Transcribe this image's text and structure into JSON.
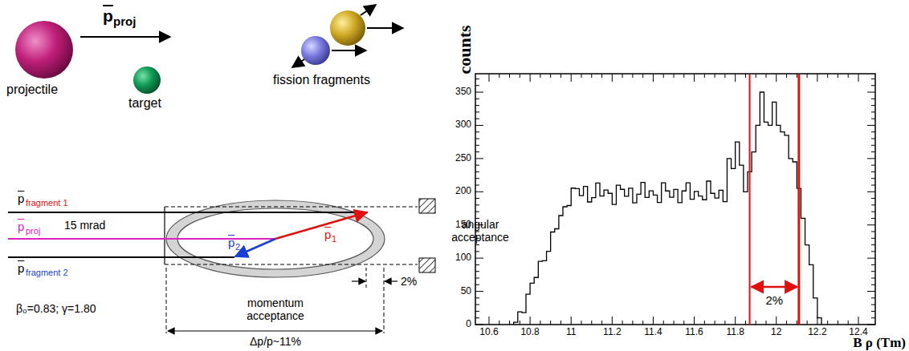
{
  "diagram": {
    "labels": [
      "p",
      "proj",
      "projectile",
      "target",
      "fission fragments",
      "p",
      "fragment 1",
      "15 mrad",
      "p",
      "proj",
      "p",
      "1",
      "angular acceptance",
      "p",
      "2",
      "p",
      "fragment 2",
      "2%",
      "β₀=0.83; γ=1.80",
      "momentum acceptance",
      "Δp/p~11%",
      "counts",
      "350",
      "300",
      "250",
      "200",
      "150",
      "100",
      "50",
      "0",
      "10.6",
      "10.8",
      "11",
      "11.2",
      "11.4",
      "11.6",
      "11.8",
      "12",
      "12.2",
      "12.4",
      "2%",
      "B ρ (Tm)"
    ]
  }
}
